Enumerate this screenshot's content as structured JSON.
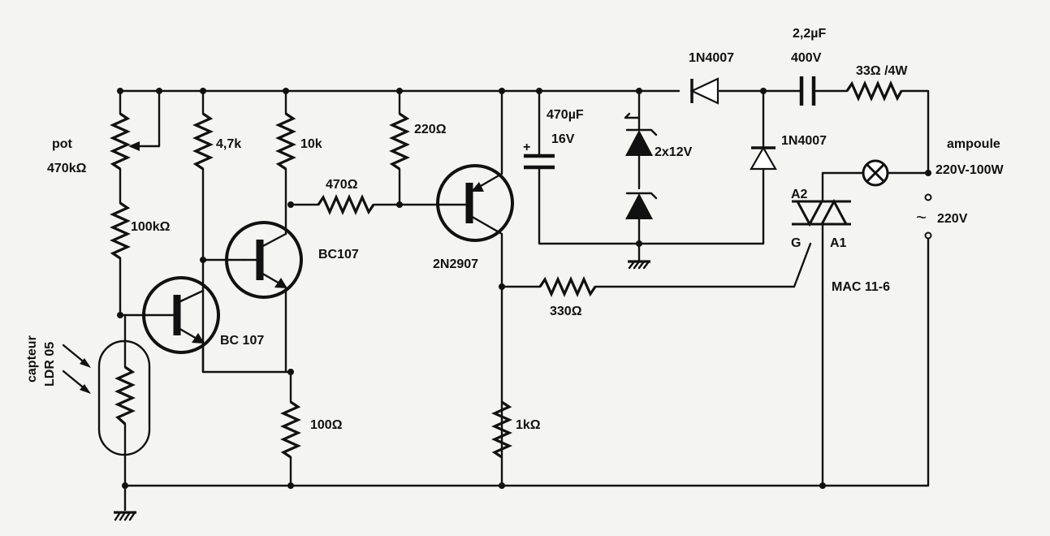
{
  "labels": {
    "pot_line1": "pot",
    "pot_line2": "470kΩ",
    "r_100k": "100kΩ",
    "r_4k7": "4,7k",
    "r_10k": "10k",
    "r_220": "220Ω",
    "r_470": "470Ω",
    "q_bc107_upper": "BC107",
    "q_bc107_lower": "BC 107",
    "q_2n2907": "2N2907",
    "c_470_value": "470µF",
    "c_470_voltage": "16V",
    "zener": "2x12V",
    "diode_series": "1N4007",
    "diode_shunt": "1N4007",
    "c_2u2_value": "2,2µF",
    "c_2u2_voltage": "400V",
    "r_33": "33Ω /4W",
    "lamp_line1": "ampoule",
    "lamp_line2": "220V-100W",
    "mains": "220V",
    "mains_symbol": "~",
    "triac_a2": "A2",
    "triac_g": "G",
    "triac_a1": "A1",
    "triac_part": "MAC 11-6",
    "r_330": "330Ω",
    "r_100": "100Ω",
    "r_1k": "1kΩ",
    "plus": "+",
    "ldr_line1": "capteur",
    "ldr_line2": "LDR 05"
  }
}
